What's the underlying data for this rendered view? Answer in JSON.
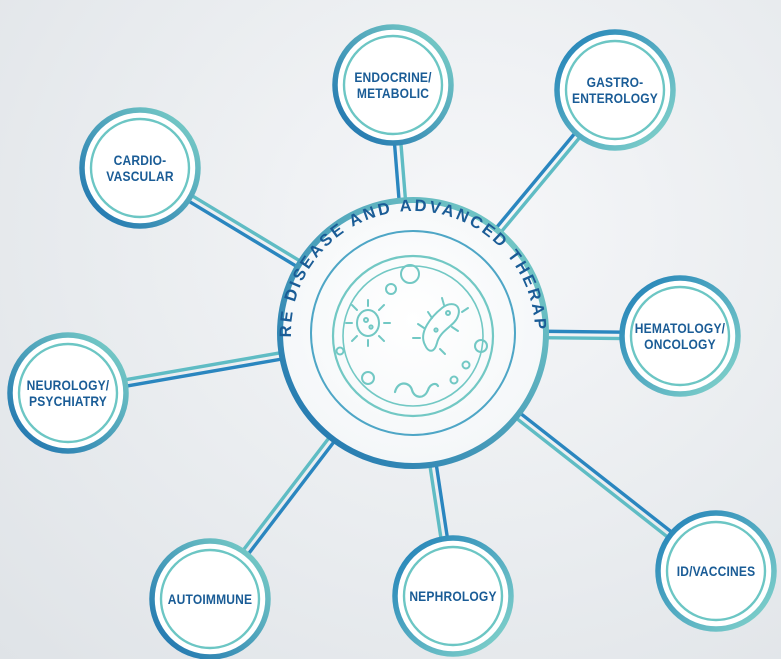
{
  "diagram": {
    "center_title": "RARE DISEASE AND ADVANCED THERAPIES",
    "nodes": [
      {
        "id": "endocrine",
        "label": "ENDOCRINE/\nMETABOLIC"
      },
      {
        "id": "gastro",
        "label": "GASTRO-\nENTEROLOGY"
      },
      {
        "id": "cardio",
        "label": "CARDIO-\nVASCULAR"
      },
      {
        "id": "hematology",
        "label": "HEMATOLOGY/\nONCOLOGY"
      },
      {
        "id": "neurology",
        "label": "NEUROLOGY/\nPSYCHIATRY"
      },
      {
        "id": "id-vaccines",
        "label": "ID/VACCINES"
      },
      {
        "id": "autoimmune",
        "label": "AUTOIMMUNE"
      },
      {
        "id": "nephrology",
        "label": "NEPHROLOGY"
      }
    ],
    "colors": {
      "outer_ring_start": "#1a6fae",
      "outer_ring_end": "#7fd3c8",
      "inner_ring": "#6cc6c4",
      "label_text": "#1a5c96",
      "icon_stroke": "#72c8c4",
      "node_fill": "#ffffff"
    },
    "icons": [
      "bacteria-icon",
      "bacterium-icon",
      "spiral-bacterium-icon",
      "bubble-icon"
    ]
  }
}
